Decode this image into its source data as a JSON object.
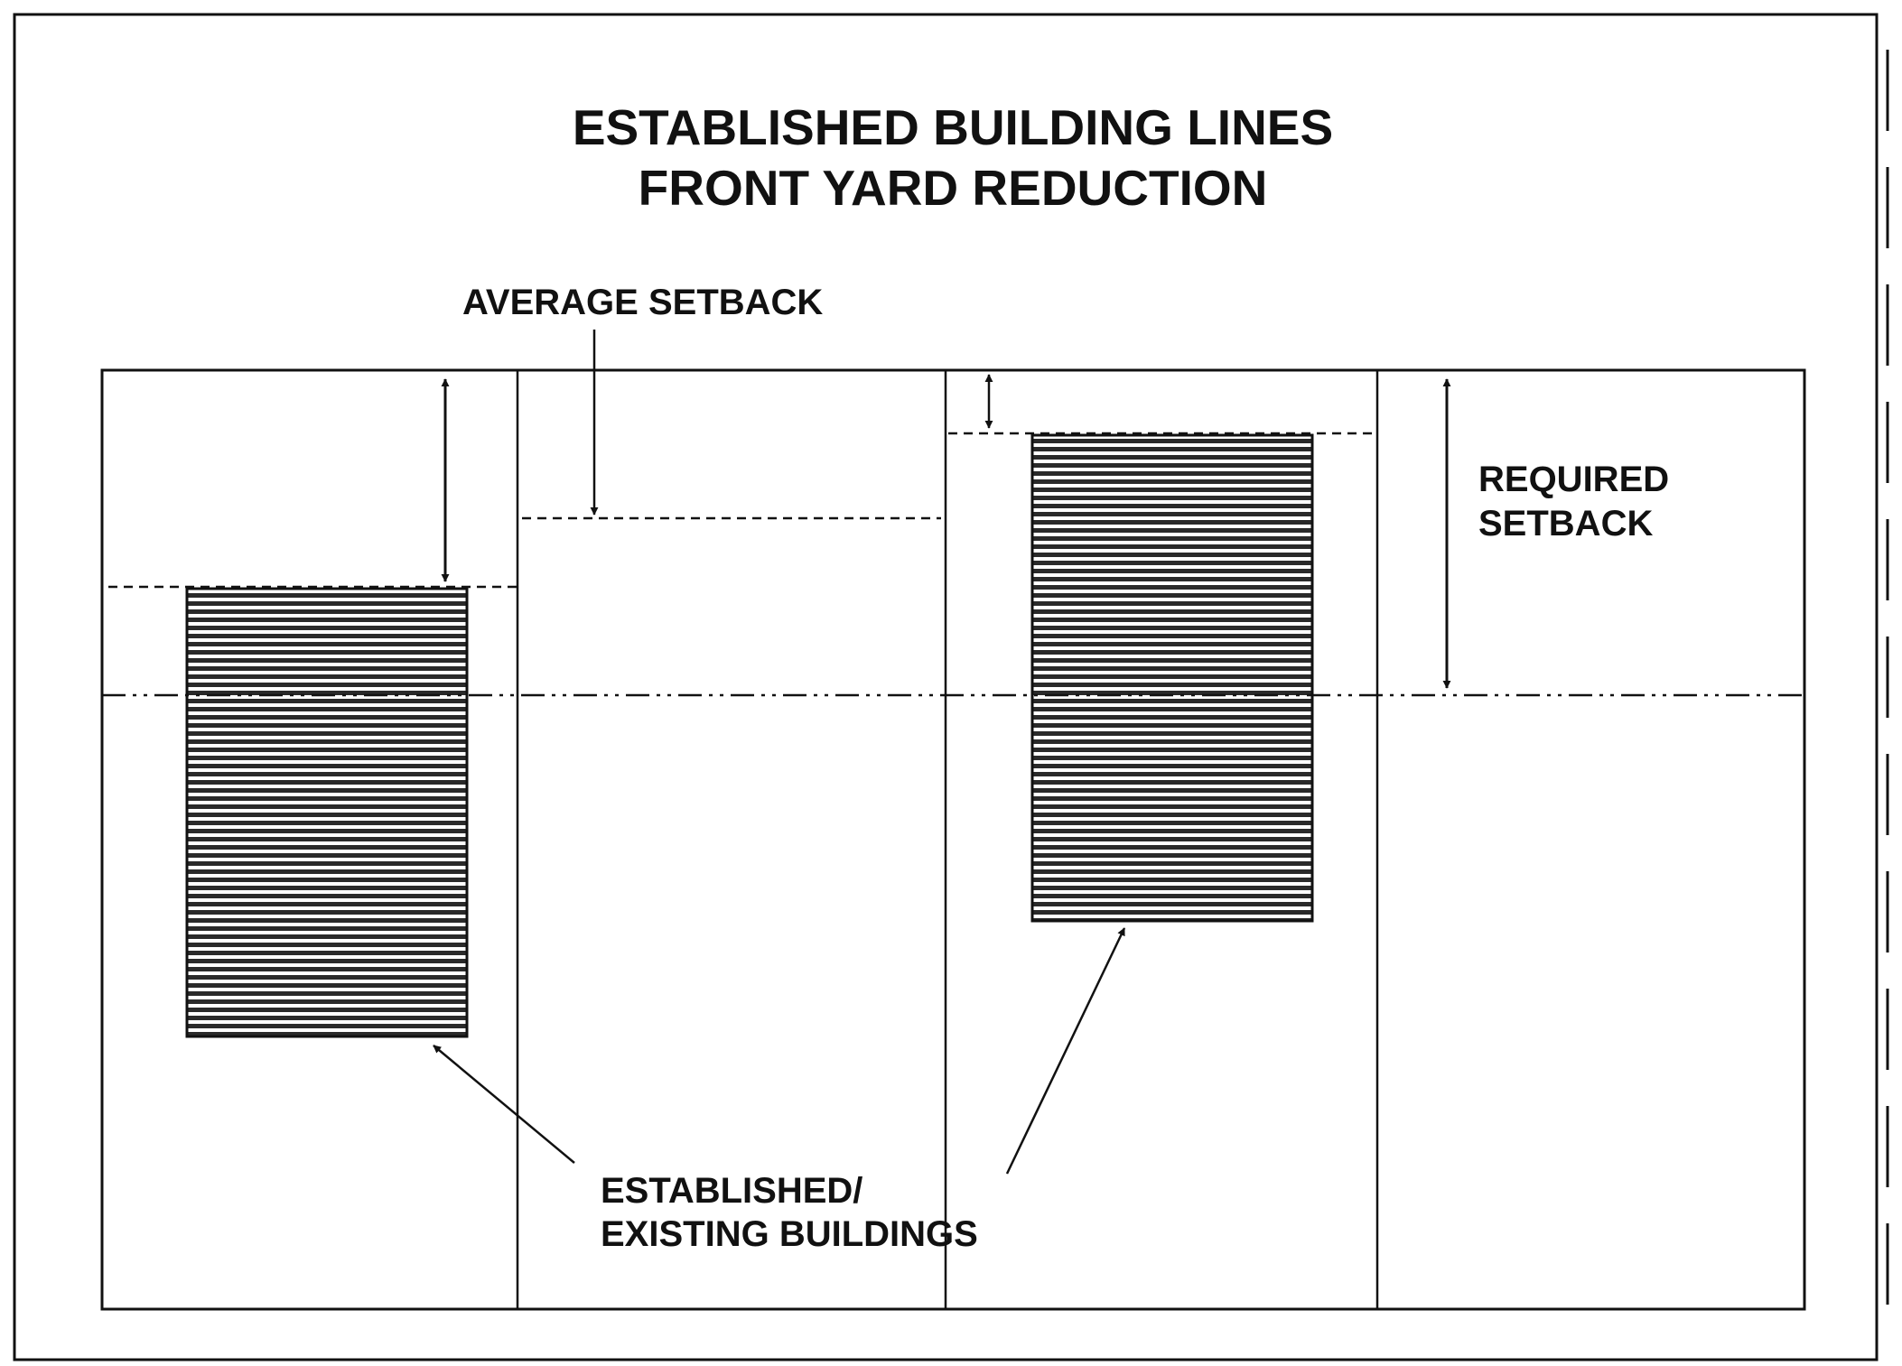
{
  "title": {
    "line1": "ESTABLISHED BUILDING LINES",
    "line2": "FRONT YARD REDUCTION"
  },
  "labels": {
    "average_setback": "AVERAGE SETBACK",
    "required_setback_line1": "REQUIRED",
    "required_setback_line2": "SETBACK",
    "existing_buildings_line1": "ESTABLISHED/",
    "existing_buildings_line2": "EXISTING BUILDINGS"
  },
  "colors": {
    "ink": "#111111",
    "hatch": "#222222",
    "background": "#ffffff"
  }
}
